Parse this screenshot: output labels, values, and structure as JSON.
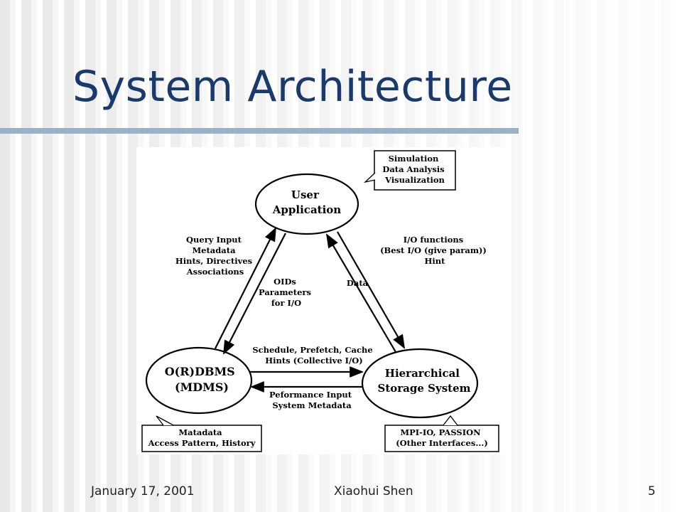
{
  "slide": {
    "title": "System Architecture"
  },
  "diagram": {
    "nodes": {
      "user_application": [
        "User",
        "Application"
      ],
      "ordbms": [
        "O(R)DBMS",
        "(MDMS)"
      ],
      "storage": [
        "Hierarchical",
        "Storage System"
      ]
    },
    "callouts": {
      "user_uses": [
        "Simulation",
        "Data Analysis",
        "Visualization"
      ],
      "ordbms_meta": [
        "Matadata",
        "Access Pattern, History"
      ],
      "storage_interfaces": [
        "MPI-IO, PASSION",
        "(Other Interfaces...)"
      ]
    },
    "edge_labels": {
      "app_to_db": [
        "Query Input",
        "Metadata",
        "Hints, Directives",
        "Associations"
      ],
      "db_to_app": [
        "OIDs",
        "Parameters",
        "for I/O"
      ],
      "storage_to_app": "Data",
      "app_to_storage": [
        "I/O functions",
        "(Best I/O (give param))",
        "Hint"
      ],
      "db_to_storage": [
        "Schedule, Prefetch, Cache",
        "Hints (Collective I/O)"
      ],
      "storage_to_db": [
        "Peformance Input",
        "System Metadata"
      ]
    }
  },
  "footer": {
    "date": "January 17, 2001",
    "author": "Xiaohui Shen",
    "page": "5"
  }
}
